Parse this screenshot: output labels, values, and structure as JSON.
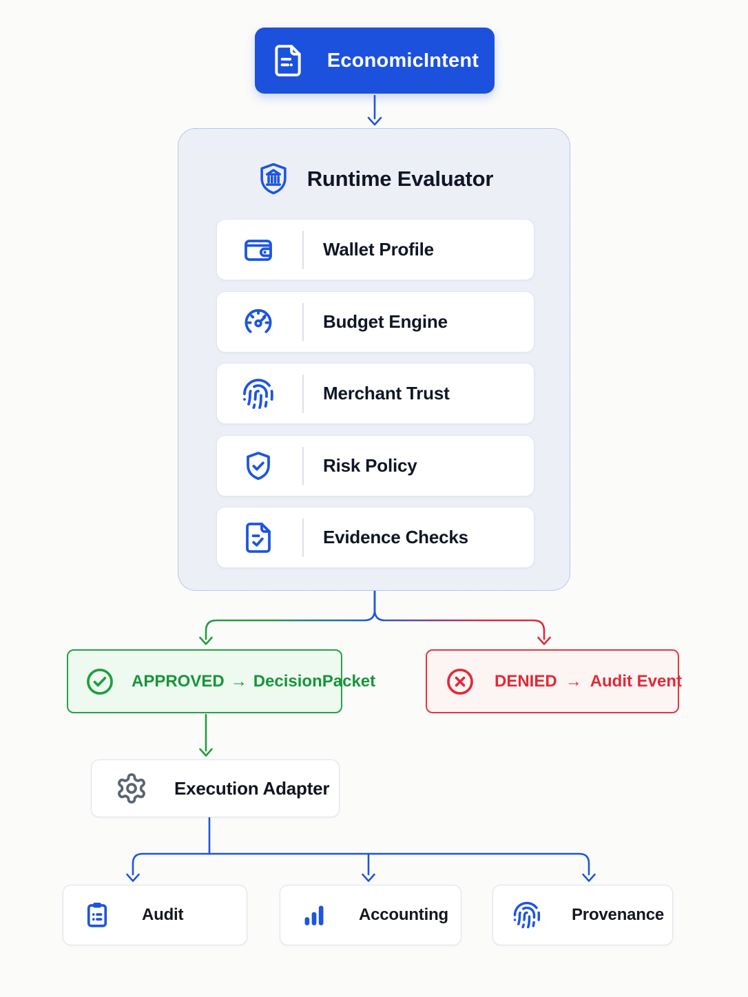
{
  "intent": {
    "label": "EconomicIntent",
    "icon": "file-text-icon"
  },
  "evaluator": {
    "title": "Runtime Evaluator",
    "icon": "shield-bank-icon",
    "modules": [
      {
        "label": "Wallet Profile",
        "icon": "wallet-icon"
      },
      {
        "label": "Budget Engine",
        "icon": "gauge-icon"
      },
      {
        "label": "Merchant Trust",
        "icon": "fingerprint-icon"
      },
      {
        "label": "Risk Policy",
        "icon": "shield-check-icon"
      },
      {
        "label": "Evidence Checks",
        "icon": "file-check-icon"
      }
    ]
  },
  "outcomes": {
    "approved": {
      "status": "APPROVED",
      "arrow": "→",
      "result": "DecisionPacket",
      "icon": "circle-check-icon"
    },
    "denied": {
      "status": "DENIED",
      "arrow": "→",
      "result": "Audit Event",
      "icon": "circle-x-icon"
    }
  },
  "adapter": {
    "label": "Execution Adapter",
    "icon": "gear-icon"
  },
  "sinks": [
    {
      "label": "Audit",
      "icon": "clipboard-list-icon"
    },
    {
      "label": "Accounting",
      "icon": "bar-chart-icon"
    },
    {
      "label": "Provenance",
      "icon": "fingerprint-icon"
    }
  ],
  "colors": {
    "primary_blue": "#1d55e0",
    "intent_bg": "#1c51dd",
    "container_bg": "#edeff7",
    "container_border": "#7d9bf0",
    "green": "#23a244",
    "green_bg": "#eef9f0",
    "red": "#e6353f",
    "red_bg": "#fdf4f4",
    "dark_text": "#0f1626",
    "gear_gray": "#5b6472"
  }
}
